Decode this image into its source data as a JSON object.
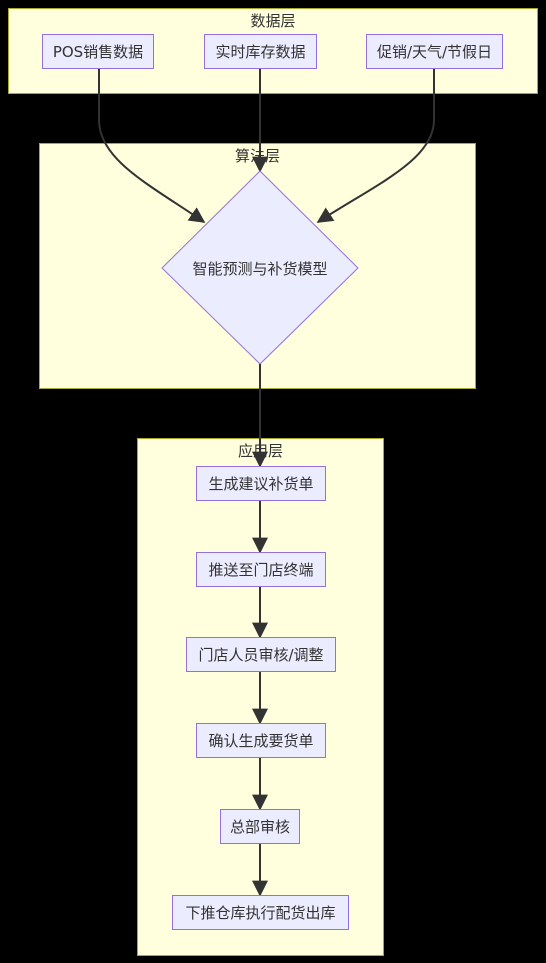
{
  "clusters": {
    "data_layer": {
      "title": "数据层"
    },
    "algo_layer": {
      "title": "算法层"
    },
    "app_layer": {
      "title": "应用层"
    }
  },
  "nodes": {
    "pos_sales": "POS销售数据",
    "realtime_inventory": "实时库存数据",
    "promo_weather_holiday": "促销/天气/节假日",
    "forecast_model": "智能预测与补货模型",
    "gen_suggestion": "生成建议补货单",
    "push_store": "推送至门店终端",
    "store_review": "门店人员审核/调整",
    "confirm_order": "确认生成要货单",
    "hq_review": "总部审核",
    "warehouse_dispatch": "下推仓库执行配货出库"
  },
  "colors": {
    "background": "#000000",
    "cluster_fill": "#ffffde",
    "cluster_border": "#aaaa33",
    "node_fill": "#ececff",
    "node_border": "#9370db",
    "edge": "#333333"
  }
}
